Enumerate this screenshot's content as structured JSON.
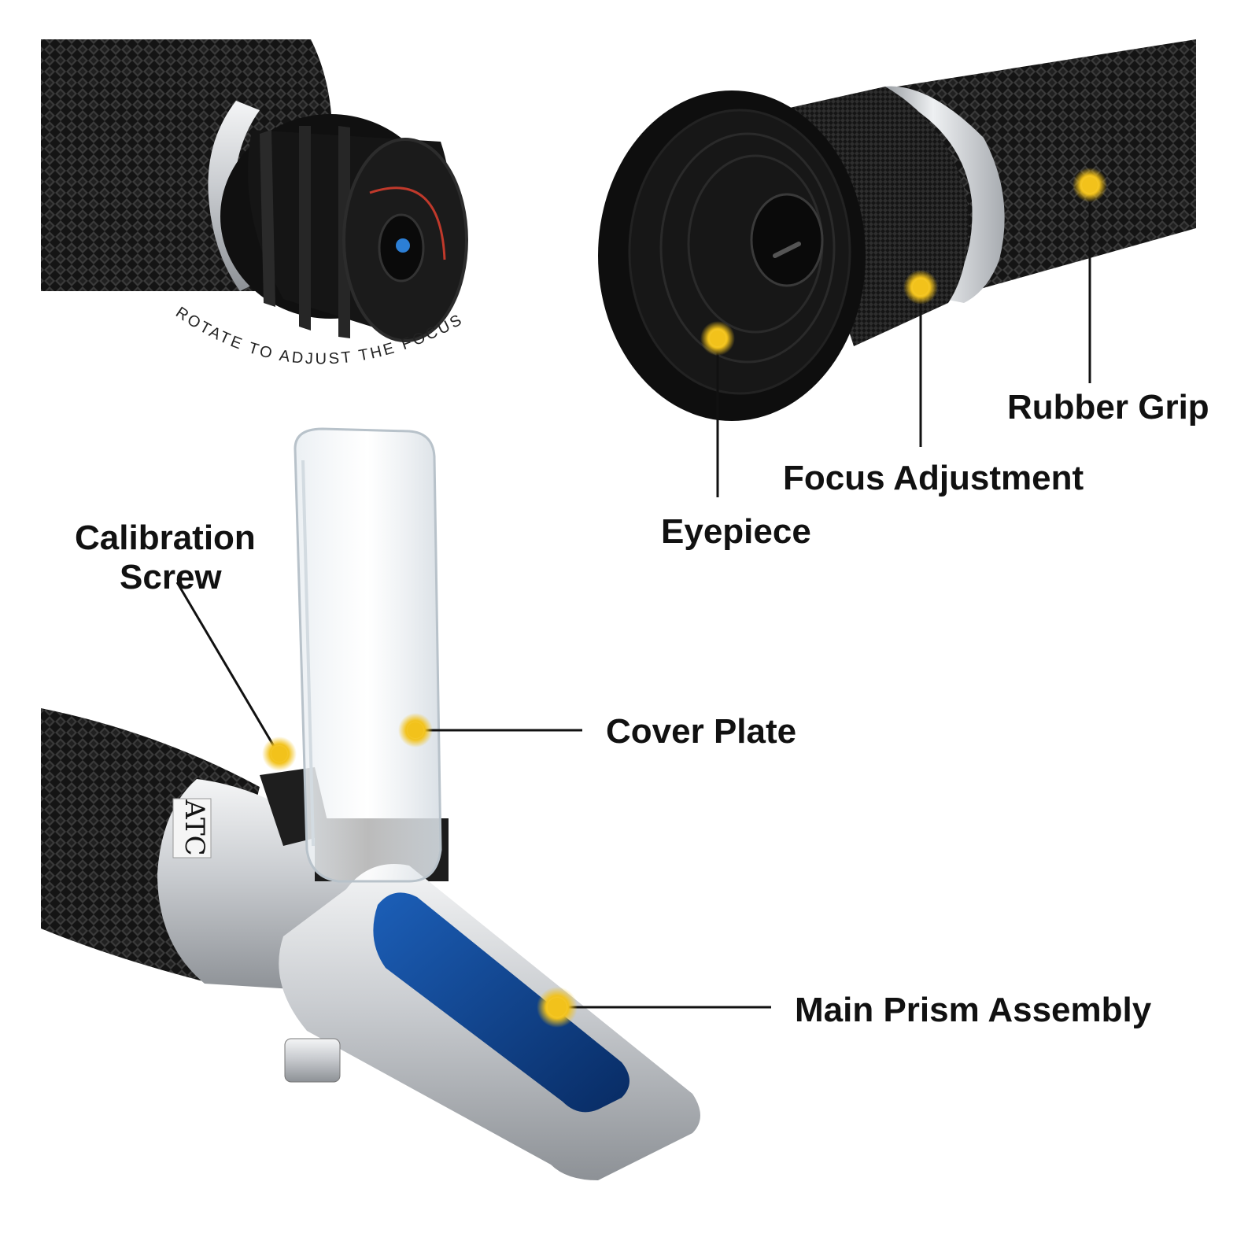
{
  "top_left_panel": {
    "caption": "ROTATE TO ADJUST THE FOCUS"
  },
  "callouts": {
    "rubber_grip": "Rubber Grip",
    "focus_adjustment": "Focus Adjustment",
    "eyepiece": "Eyepiece",
    "calibration_screw_line1": "Calibration",
    "calibration_screw_line2": "Screw",
    "cover_plate": "Cover Plate",
    "main_prism_assembly": "Main Prism Assembly"
  },
  "device_marking": "ATC",
  "colors": {
    "marker": "#f2c21b",
    "marker_glow": "#fbe26a",
    "rubber": "#1a1a1a",
    "metal": "#cfd2d6",
    "prism_blue": "#0d3f86",
    "accent_red": "#c0392b"
  }
}
